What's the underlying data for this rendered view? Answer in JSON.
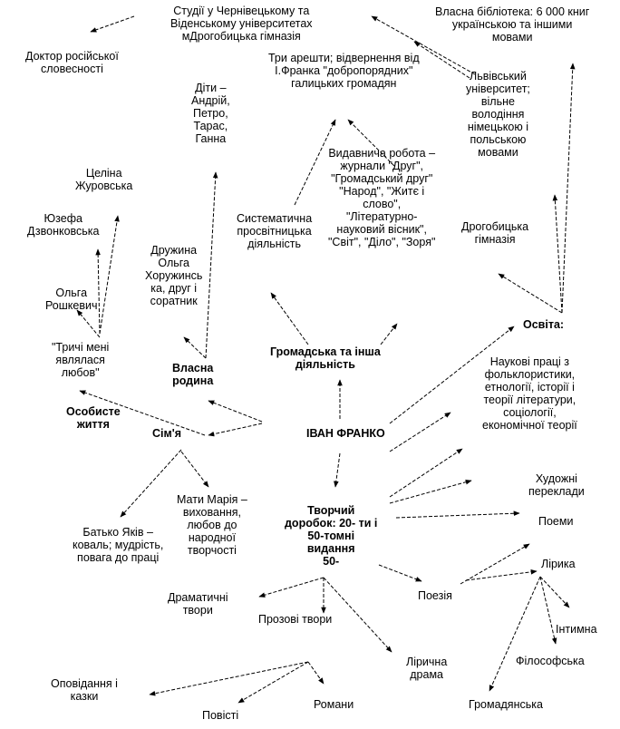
{
  "nodes": {
    "center": [
      "ІВАН ФРАНКО"
    ],
    "personal_life": [
      "Особисте",
      "життя"
    ],
    "family": [
      "Сім'я"
    ],
    "own_family": [
      "Власна",
      "родина"
    ],
    "public_activity": [
      "Громадська та інша",
      "діяльність"
    ],
    "education": [
      "Освіта:"
    ],
    "creative_legacy": [
      "Творчий",
      "доробок: 20- ти і",
      "50-томні",
      "видання",
      "50-"
    ],
    "father": [
      "Батько Яків –",
      "коваль; мудрість,",
      "повага до праці"
    ],
    "mother": [
      "Мати Марія –",
      "виховання,",
      "любов до",
      "народної",
      "творчості"
    ],
    "thrice_love": [
      "\"Тричі мені",
      "являлася",
      "любов\""
    ],
    "olga_r": [
      "Ольга",
      "Рошкевич"
    ],
    "yuzefa": [
      "Юзефа",
      "Дзвонковська"
    ],
    "tselina": [
      "Целіна",
      "Журовська"
    ],
    "wife": [
      "Дружина",
      "Ольга",
      "Хоружинсь",
      "ка, друг і",
      "соратник"
    ],
    "children": [
      "Діти –",
      "Андрій,",
      "Петро,",
      "Тарас,",
      "Ганна"
    ],
    "educational_activity": [
      "Систематична",
      "просвітницька",
      "діяльність"
    ],
    "publishing": [
      "Видавнича робота –",
      "журнали \"Друг\",",
      "\"Громадський друг\"",
      "\"Народ\", \"Житє і",
      "слово\",",
      "\"Літературно-",
      "науковий вісник\",",
      "\"Світ\", \"Діло\", \"Зоря\""
    ],
    "arrests": [
      "Три арешти; відвернення від",
      "І.Франка \"добропорядних\"",
      "галицьких громадян"
    ],
    "studies": [
      "Студії у Чернівецькому та",
      "Віденському  університетах",
      "мДрогобицька гімназія"
    ],
    "doctor": [
      "Доктор російської",
      "словесності"
    ],
    "library": [
      "Власна бібліотека: 6  000 книг",
      "українською та іншими",
      "мовами"
    ],
    "lviv_univ": [
      "Львівський",
      "університет;",
      "вільне",
      "володіння",
      "німецькою і",
      "польською",
      "мовами"
    ],
    "drohobych": [
      "Дрогобицька",
      "гімназія"
    ],
    "scientific": [
      "Наукові праці з",
      "фольклористики,",
      "етнології, історії і",
      "теорії  літератури,",
      "соціології,",
      "економічної теорії"
    ],
    "translations": [
      "Художні",
      "переклади"
    ],
    "poems": [
      "Поеми"
    ],
    "lyric": [
      "Лірика"
    ],
    "poetry": [
      "Поезія"
    ],
    "intimate": [
      "Інтимна"
    ],
    "philosophical": [
      "Філософська"
    ],
    "civic": [
      "Громадянська"
    ],
    "dramatic": [
      "Драматичні",
      "твори"
    ],
    "prose": [
      "Прозові твори"
    ],
    "lyric_drama": [
      "Лірична",
      "драма"
    ],
    "stories": [
      "Оповідання і",
      "казки"
    ],
    "novellas": [
      "Повісті"
    ],
    "novels": [
      "Романи"
    ]
  }
}
